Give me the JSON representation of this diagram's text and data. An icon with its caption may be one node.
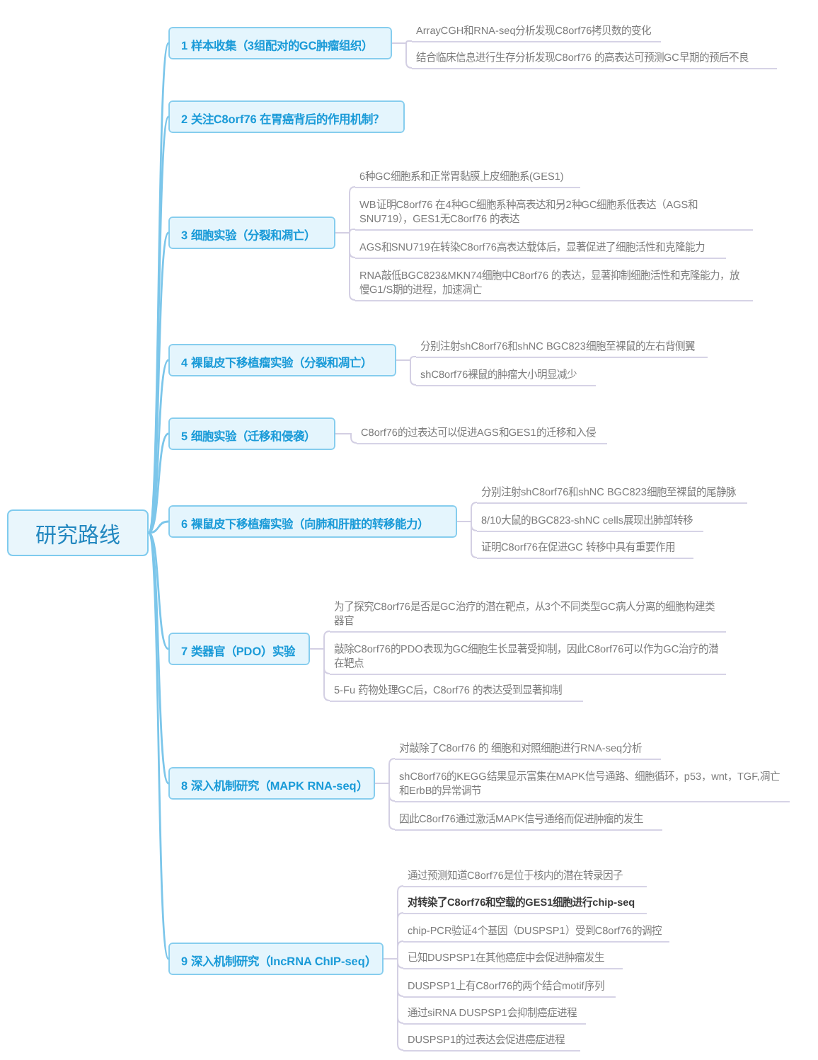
{
  "diagram": {
    "nodes": [
      {
        "text": [
          "研究路线"
        ]
      },
      {
        "text": [
          "1 样本收集（3组配对的GC肿瘤组织）"
        ]
      },
      {
        "text": [
          "ArrayCGH和RNA-seq分析发现C8orf76拷贝数的变化"
        ]
      },
      {
        "text": [
          "结合临床信息进行生存分析发现C8orf76 的高表达可预测GC早期的预后不良"
        ]
      },
      {
        "text": [
          "2 关注C8orf76 在胃癌背后的作用机制？"
        ]
      },
      {
        "text": [
          "3 细胞实验（分裂和凋亡）"
        ]
      },
      {
        "text": [
          "6种GC细胞系和正常胃黏膜上皮细胞系(GES1)"
        ]
      },
      {
        "text": [
          "WB证明C8orf76 在4种GC细胞系种高表达和另2种GC细胞系低表达（AGS和SNU719），GES1无C8orf76 的表达"
        ]
      },
      {
        "text": [
          "AGS和SNU719在转染C8orf76高表达载体后，显著促进了细胞活性和克隆能力"
        ]
      },
      {
        "text": [
          "RNA敲低BGC823&MKN74细胞中C8orf76 的表达，显著抑制细胞活性和克隆能力，放慢G1/S期的进程，加速凋亡"
        ]
      },
      {
        "text": [
          "4 裸鼠皮下移植瘤实验（分裂和凋亡）"
        ]
      },
      {
        "text": [
          "分别注射shC8orf76和shNC BGC823细胞至裸鼠的左右背侧翼"
        ]
      },
      {
        "text": [
          "shC8orf76裸鼠的肿瘤大小明显减少"
        ]
      },
      {
        "text": [
          "5 细胞实验（迁移和侵袭）"
        ]
      },
      {
        "text": [
          "C8orf76的过表达可以促进AGS和GES1的迁移和入侵"
        ]
      },
      {
        "text": [
          "6 裸鼠皮下移植瘤实验（向肺和肝脏的转移能力）"
        ]
      },
      {
        "text": [
          "分别注射shC8orf76和shNC BGC823细胞至裸鼠的尾静脉"
        ]
      },
      {
        "text": [
          "8/10大鼠的BGC823-shNC cells展现出肺部转移"
        ]
      },
      {
        "text": [
          "证明C8orf76在促进GC 转移中具有重要作用"
        ]
      },
      {
        "text": [
          "7 类器官（PDO）实验"
        ]
      },
      {
        "text": [
          "为了探究C8orf76是否是GC治疗的潜在靶点，从3个不同类型GC病人分离的细胞构建类器官"
        ]
      },
      {
        "text": [
          "敲除C8orf76的PDO表现为GC细胞生长显著受抑制，因此C8orf76可以作为GC治疗的潜在靶点"
        ]
      },
      {
        "text": [
          "5-Fu 药物处理GC后，C8orf76 的表达受到显著抑制"
        ]
      },
      {
        "text": [
          "8 深入机制研究（MAPK RNA-seq）"
        ]
      },
      {
        "text": [
          "对敲除了C8orf76 的 细胞和对照细胞进行RNA-seq分析"
        ]
      },
      {
        "text": [
          "shC8orf76的KEGG结果显示富集在MAPK信号通路、细胞循环，p53，wnt，TGF,凋亡和ErbB的异常调节"
        ]
      },
      {
        "text": [
          "因此C8orf76通过激活MAPK信号通络而促进肿瘤的发生"
        ]
      },
      {
        "text": [
          "9 深入机制研究（lncRNA ChIP-seq）"
        ]
      },
      {
        "text": [
          "通过预测知道C8orf76是位于核内的潜在转录因子"
        ]
      },
      {
        "text": [
          "对转染了C8orf76和空载的GES1细胞进行chip-seq"
        ]
      },
      {
        "text": [
          "chip-PCR验证4个基因（DUSPSP1）受到C8orf76的调控"
        ]
      },
      {
        "text": [
          "已知DUSPSP1在其他癌症中会促进肿瘤发生"
        ]
      },
      {
        "text": [
          "DUSPSP1上有C8orf76的两个结合motif序列"
        ]
      },
      {
        "text": [
          "通过siRNA DUSPSP1会抑制癌症进程"
        ]
      },
      {
        "text": [
          "DUSPSP1的过表达会促进癌症进程"
        ]
      }
    ],
    "edges": [
      {
        "from": 0,
        "to": 1,
        "arrow": "none",
        "color": "#7cc6ea"
      },
      {
        "from": 0,
        "to": 4,
        "arrow": "none",
        "color": "#7cc6ea"
      },
      {
        "from": 0,
        "to": 5,
        "arrow": "none",
        "color": "#7cc6ea"
      },
      {
        "from": 0,
        "to": 10,
        "arrow": "none",
        "color": "#7cc6ea"
      },
      {
        "from": 0,
        "to": 13,
        "arrow": "none",
        "color": "#7cc6ea"
      },
      {
        "from": 0,
        "to": 15,
        "arrow": "none",
        "color": "#7cc6ea"
      },
      {
        "from": 0,
        "to": 19,
        "arrow": "none",
        "color": "#7cc6ea"
      },
      {
        "from": 0,
        "to": 23,
        "arrow": "none",
        "color": "#7cc6ea"
      },
      {
        "from": 0,
        "to": 27,
        "arrow": "none",
        "color": "#7cc6ea"
      },
      {
        "from": 1,
        "to": 2,
        "arrow": "none"
      },
      {
        "from": 1,
        "to": 3,
        "arrow": "none"
      },
      {
        "from": 5,
        "to": 6,
        "arrow": "none"
      },
      {
        "from": 5,
        "to": 7,
        "arrow": "none"
      },
      {
        "from": 5,
        "to": 8,
        "arrow": "none"
      },
      {
        "from": 5,
        "to": 9,
        "arrow": "none"
      },
      {
        "from": 10,
        "to": 11,
        "arrow": "none"
      },
      {
        "from": 10,
        "to": 12,
        "arrow": "none"
      },
      {
        "from": 13,
        "to": 14,
        "arrow": "none"
      },
      {
        "from": 15,
        "to": 16,
        "arrow": "none"
      },
      {
        "from": 15,
        "to": 17,
        "arrow": "none"
      },
      {
        "from": 15,
        "to": 18,
        "arrow": "none"
      },
      {
        "from": 19,
        "to": 20,
        "arrow": "none"
      },
      {
        "from": 19,
        "to": 21,
        "arrow": "none"
      },
      {
        "from": 19,
        "to": 22,
        "arrow": "none"
      },
      {
        "from": 23,
        "to": 24,
        "arrow": "none"
      },
      {
        "from": 23,
        "to": 25,
        "arrow": "none"
      },
      {
        "from": 23,
        "to": 26,
        "arrow": "none"
      },
      {
        "from": 27,
        "to": 28,
        "arrow": "none"
      },
      {
        "from": 27,
        "to": 29,
        "arrow": "none"
      },
      {
        "from": 27,
        "to": 30,
        "arrow": "none"
      },
      {
        "from": 27,
        "to": 31,
        "arrow": "none"
      },
      {
        "from": 27,
        "to": 32,
        "arrow": "none"
      },
      {
        "from": 27,
        "to": 33,
        "arrow": "none"
      },
      {
        "from": 27,
        "to": 34,
        "arrow": "none"
      }
    ]
  }
}
